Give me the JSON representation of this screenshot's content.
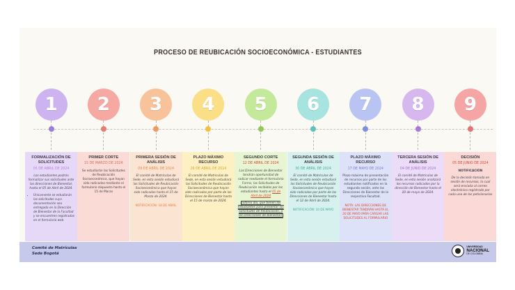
{
  "title": "PROCESO DE REUBICACIÓN SOCIOECONÓMICA - ESTUDIANTES",
  "footer": {
    "line1": "Comité de Matrículas",
    "line2": "Sede Bogotá"
  },
  "logo": {
    "line1": "UNIVERSIDAD",
    "line2": "NACIONAL",
    "line3": "DE COLOMBIA"
  },
  "steps": [
    {
      "number": "1",
      "color": "#cdb4f0",
      "dot": "#9a7fd6",
      "card_bg": "#e6d9f8",
      "heading": "FORMALIZACIÓN DE SOLICITUDES",
      "date": "05 DE ABRIL DE 2024",
      "date_color": "#b57ee0",
      "text": "Los estudiantes podrán formalizar sus solicitudes ante las direcciones de Bienestar, hasta el 05 de Abril de 2024.",
      "bullet": "Únicamente se estudiarán las solicitudes cuya documentación sea entregada en la Dirección de Bienestar de la Facultad y se encuentren registradas en el formulario web."
    },
    {
      "number": "2",
      "color": "#f6a9a2",
      "dot": "#e27e72",
      "card_bg": "#fadbd6",
      "heading": "PRIMER CORTE",
      "date": "15 DE MARZO DE 2024",
      "date_color": "#e06a5a",
      "text": "Se estudiarán las Solicitudes de Reubicación Socioeconómica, que hayan sido radicadas mediante el formulario dispuesto hasta el 15 de Marzo"
    },
    {
      "number": "3",
      "color": "#f8c39b",
      "dot": "#ee9a5e",
      "card_bg": "#fce4d2",
      "heading": "PRIMERA SESIÓN DE ANÁLISIS",
      "date": "09 DE ABRIL DE 2024",
      "date_color": "#e58a4c",
      "text": "El comité de Matrículas de Sede, en esta sesión estudiará las Solicitudes de Reubicación Socioeconómica que hayan sido radicadas hasta el 15 de Marzo de 2024.",
      "note": "NOTIFICACIÓN: 18 DE ABRIL",
      "note_color": "#e0784a"
    },
    {
      "number": "4",
      "color": "#fbdf86",
      "dot": "#f0c23e",
      "card_bg": "#fdf0c2",
      "heading": "PLAZO MÁXIMO RECURSO",
      "date": "26 DE ABRIL DE 2024",
      "date_color": "#dba52b",
      "text": "El comité de Matrículas de Sede, en esta sesión estudiará las Solicitudes de Reubicación Socioeconómica que hayan sido radicadas por parte de las Direcciones de Bienestar hasta el 15 de marzo de 2024."
    },
    {
      "number": "5",
      "color": "#c5e99a",
      "dot": "#93c85a",
      "card_bg": "#e7f5d2",
      "heading": "SEGUNDO CORTE",
      "date": "12 DE ABRIL DE 2024",
      "date_color": "#d9442b",
      "text": "Las Direcciones de Bienestar tendrán oportunidad de radicar mediante el formulario Forms, las Solicitudes de Reubicación recibidas por los estudiantes hasta el",
      "text_red": "05 de Abril de 2024",
      "text_box": "(último día, que tienen los estudiantes para presentar las Solicitudes de Reubicación, a las Direcciones de Bienestar)"
    },
    {
      "number": "6",
      "color": "#a7e3df",
      "dot": "#5fc3bb",
      "card_bg": "#d6f1ee",
      "heading": "SEGUNDA SESIÓN DE ANÁLISIS",
      "date": "30 DE ABRIL DE 2024",
      "date_color": "#3fa9a0",
      "text": "El comité de Matrículas de Sede, en esta sesión estudiará las Solicitudes de Reubicación Socioeconómica que hayan sido radicadas por parte de las Direcciones de Bienestar hasta el 12 de Abril de 2024.",
      "note": "NOTIFICACIÓN: 10 DE MAYO",
      "note_color": "#3fa9a0"
    },
    {
      "number": "7",
      "color": "#b9c4f2",
      "dot": "#7f8fe0",
      "card_bg": "#dde2f9",
      "heading": "PLAZO MÁXIMO RECURSO",
      "date": "17 DE MAYO DE 2024",
      "date_color": "#6f7fd6",
      "text": "Plazo máximo de presentación de recursos por parte de los estudiantes notificados en la segunda sesión, ante las Direcciones de Bienestar de la respectiva Facultad.",
      "note": "NOTA: LAS DIRECCIONES DE BIENESTAR TENDRÁN HASTA EL 20 DE MAYO PARA CARGAR LAS SOLICITUDES AL FORMULARIO",
      "note_color": "#d9442b"
    },
    {
      "number": "8",
      "color": "#d6b8ee",
      "dot": "#a878d8",
      "card_bg": "#ecdcf7",
      "heading": "TERCERA SESIÓN DE ANÁLISIS",
      "date": "04 DE JUNIO DE 2024",
      "date_color": "#a070d0",
      "text": "El comité de Matrículas de Sede, en esta sesión analizará los recursos radicados por la dirección de Bienestar hasta el 20 de mayo de 2024."
    },
    {
      "number": "9",
      "color": "#f6a5a5",
      "dot": "#e47474",
      "card_bg": "#fad9d7",
      "heading": "DECISIÓN",
      "date": "05 DE JUNIO DE 2024",
      "date_color": "#d9442b",
      "subheading": "NOTIFICACIÓN",
      "text": "De la decisión tomada en sesión de recursos, la cual será enviada al correo electrónico registrado por cada uno de los peticionarios"
    }
  ]
}
